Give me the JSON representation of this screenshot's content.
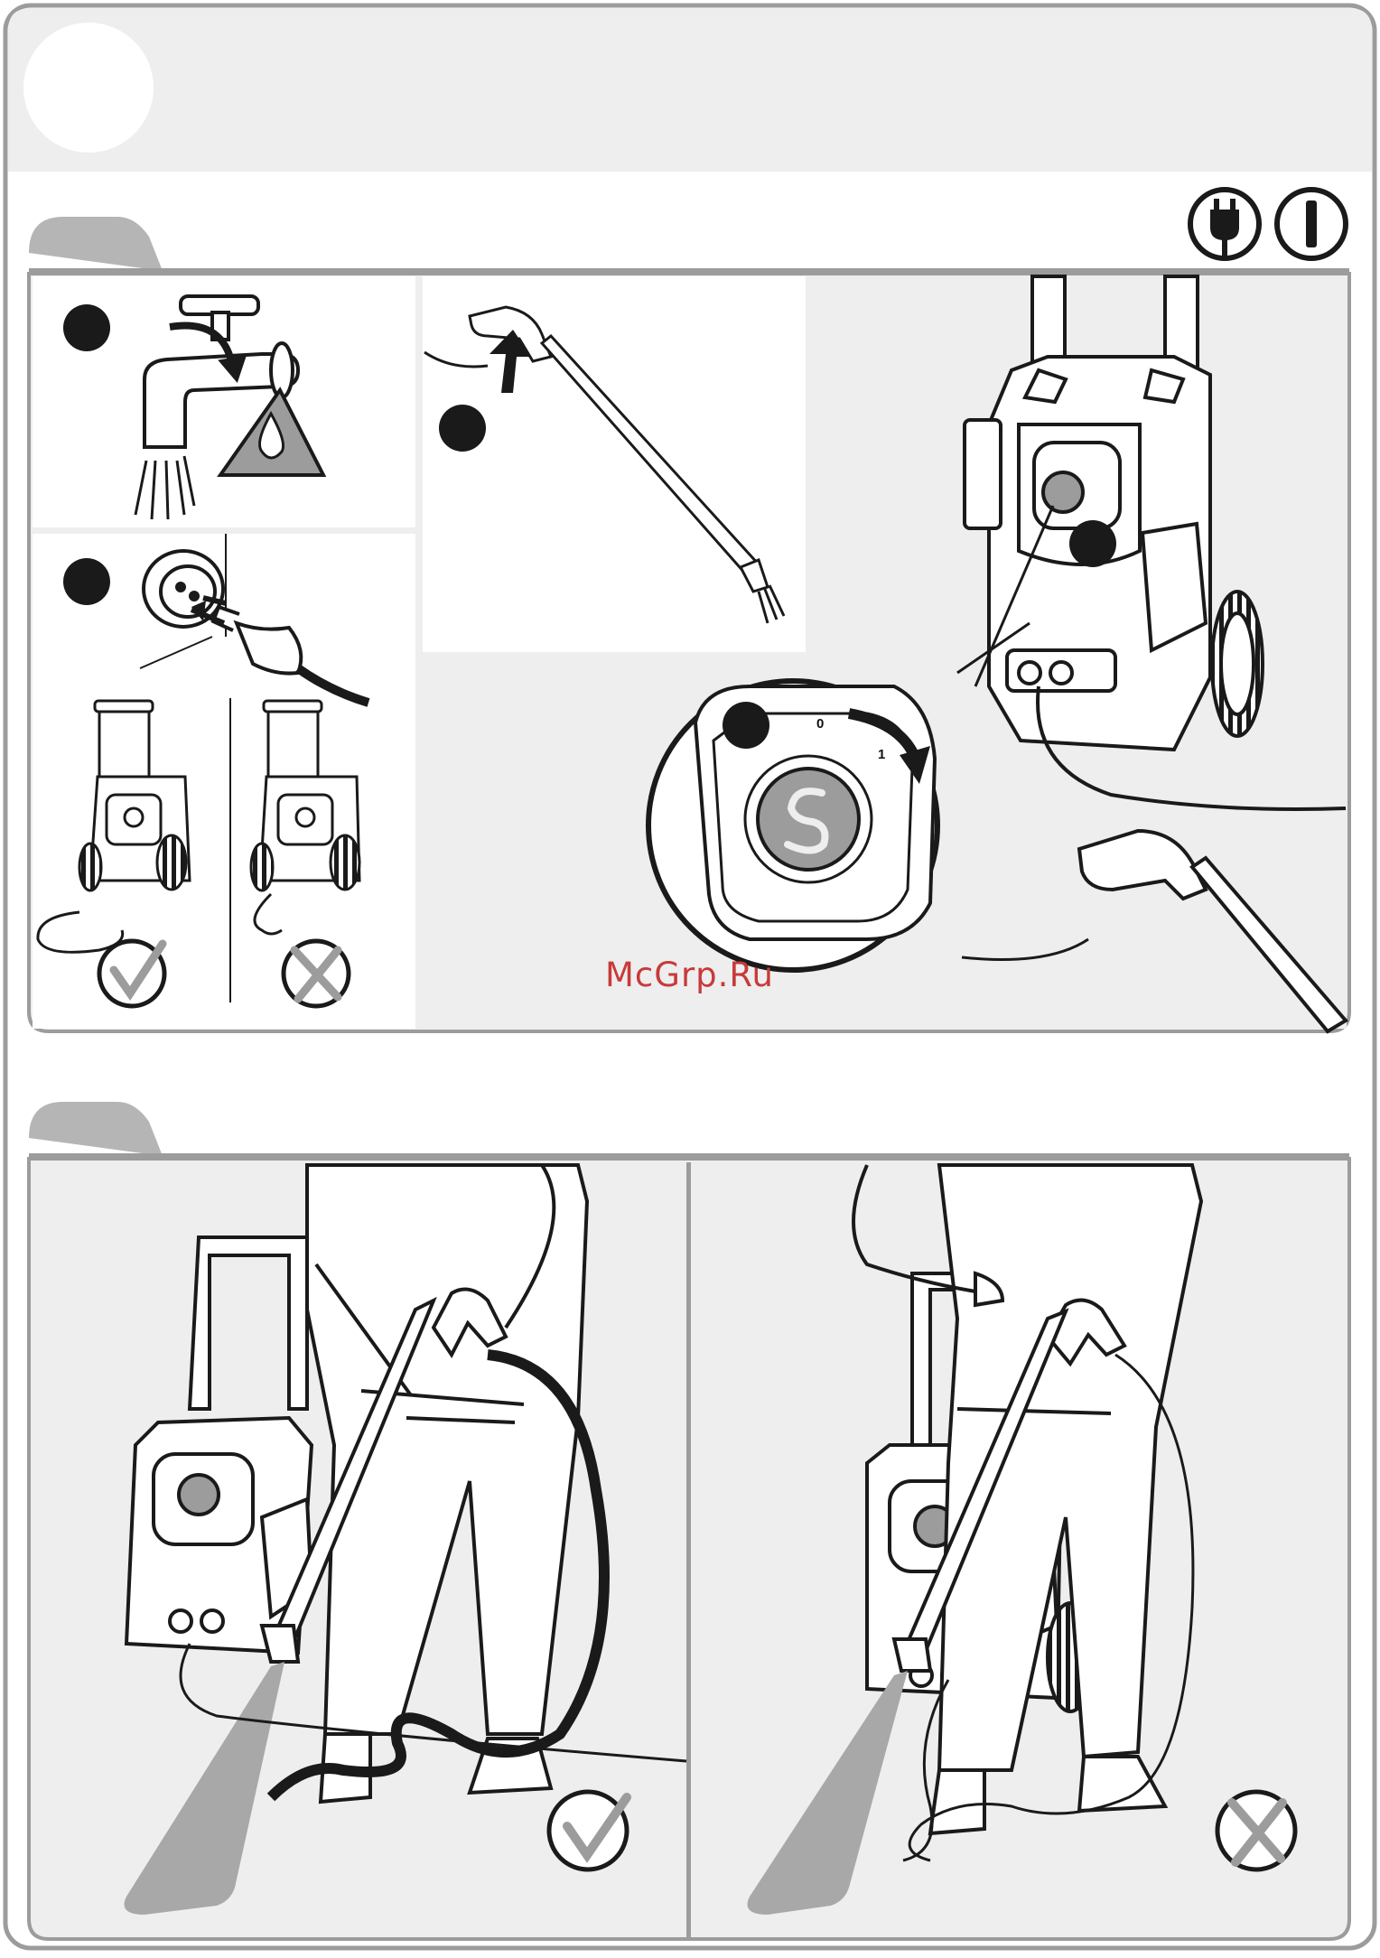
{
  "watermark": {
    "text": "McGrp.Ru"
  },
  "dial": {
    "off_label": "0",
    "on_label": "1"
  },
  "colors": {
    "panel_bg": "#eeeeee",
    "tab_gray": "#b5b5b5",
    "frame_gray": "#9c9c9c",
    "ink": "#1a1a1a",
    "spray_gray": "#a8a8a8",
    "watermark": "#c83a3a"
  },
  "icons": [
    "plug-icon",
    "power-switch-icon",
    "tap-icon",
    "water-drop-warning-icon",
    "wall-socket-icon",
    "check-icon",
    "cross-icon",
    "trigger-gun-icon",
    "pressure-washer-icon",
    "rotate-arrow-icon"
  ]
}
